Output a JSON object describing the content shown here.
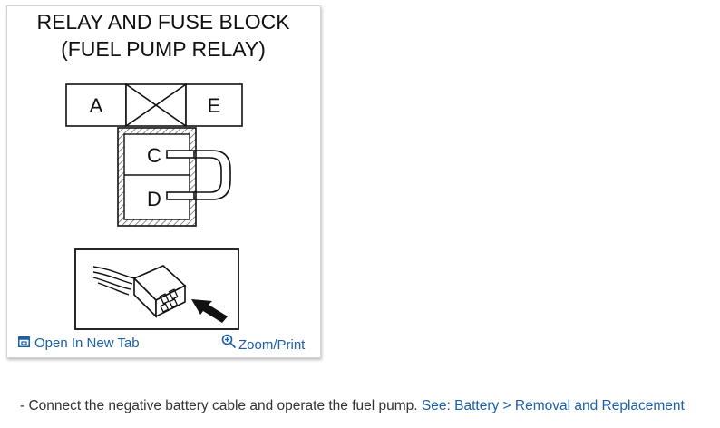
{
  "diagram": {
    "title_line1": "RELAY AND FUSE BLOCK",
    "title_line2": "(FUEL PUMP RELAY)",
    "terminals": [
      "A",
      "E",
      "C",
      "D"
    ]
  },
  "figure_links": {
    "open_new_tab": "Open In New Tab",
    "zoom_print": "Zoom/Print"
  },
  "instruction": {
    "bullet": "-",
    "text": "Connect the negative battery cable and operate the fuel pump.",
    "link_text": "See: Battery > Removal and Replacement"
  },
  "colors": {
    "link": "#1a5fa8",
    "text": "#333333"
  }
}
